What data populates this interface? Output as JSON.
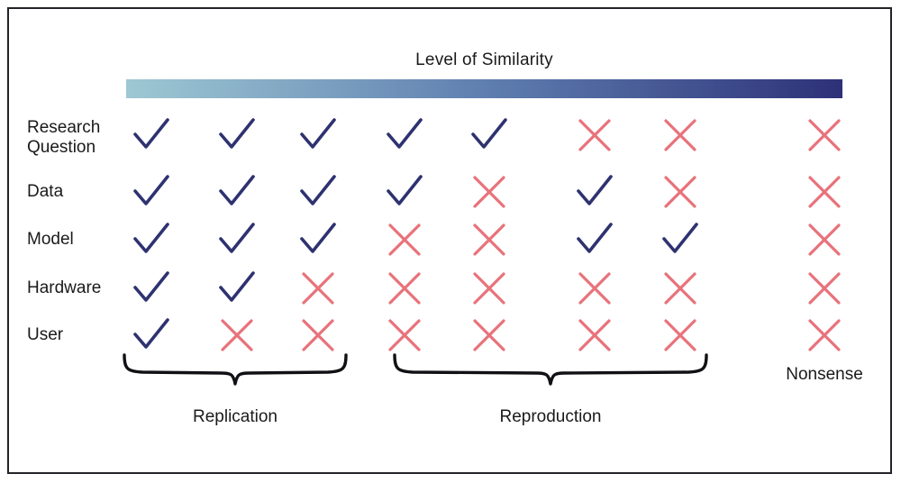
{
  "figure": {
    "scale_title": "Level of Similarity",
    "gradient": {
      "from": "#9ec8d3",
      "mid": "#5f7fb0",
      "to": "#2d3178"
    },
    "check_color": "#2e3270",
    "cross_color": "#e8727a",
    "border_color": "#222228",
    "background": "#ffffff"
  },
  "rows": [
    {
      "label": "Research\nQuestion",
      "marks": [
        "check",
        "check",
        "check",
        "check",
        "check",
        "cross",
        "cross",
        "cross"
      ]
    },
    {
      "label": "Data",
      "marks": [
        "check",
        "check",
        "check",
        "check",
        "cross",
        "check",
        "cross",
        "cross"
      ]
    },
    {
      "label": "Model",
      "marks": [
        "check",
        "check",
        "check",
        "cross",
        "cross",
        "check",
        "check",
        "cross"
      ]
    },
    {
      "label": "Hardware",
      "marks": [
        "check",
        "check",
        "cross",
        "cross",
        "cross",
        "cross",
        "cross",
        "cross"
      ]
    },
    {
      "label": "User",
      "marks": [
        "check",
        "cross",
        "cross",
        "cross",
        "cross",
        "cross",
        "cross",
        "cross"
      ]
    }
  ],
  "columns": [
    {
      "index": 1,
      "group": "Replication"
    },
    {
      "index": 2,
      "group": "Replication"
    },
    {
      "index": 3,
      "group": "Replication"
    },
    {
      "index": 4,
      "group": "Reproduction"
    },
    {
      "index": 5,
      "group": "Reproduction"
    },
    {
      "index": 6,
      "group": "Reproduction"
    },
    {
      "index": 7,
      "group": "Reproduction"
    },
    {
      "index": 8,
      "group": "Nonsense"
    }
  ],
  "groups": [
    {
      "name": "Replication",
      "label": "Replication",
      "braced": true
    },
    {
      "name": "Reproduction",
      "label": "Reproduction",
      "braced": true
    },
    {
      "name": "Nonsense",
      "label": "Nonsense",
      "braced": false
    }
  ],
  "icons": {
    "check": "check-icon",
    "cross": "cross-icon"
  }
}
